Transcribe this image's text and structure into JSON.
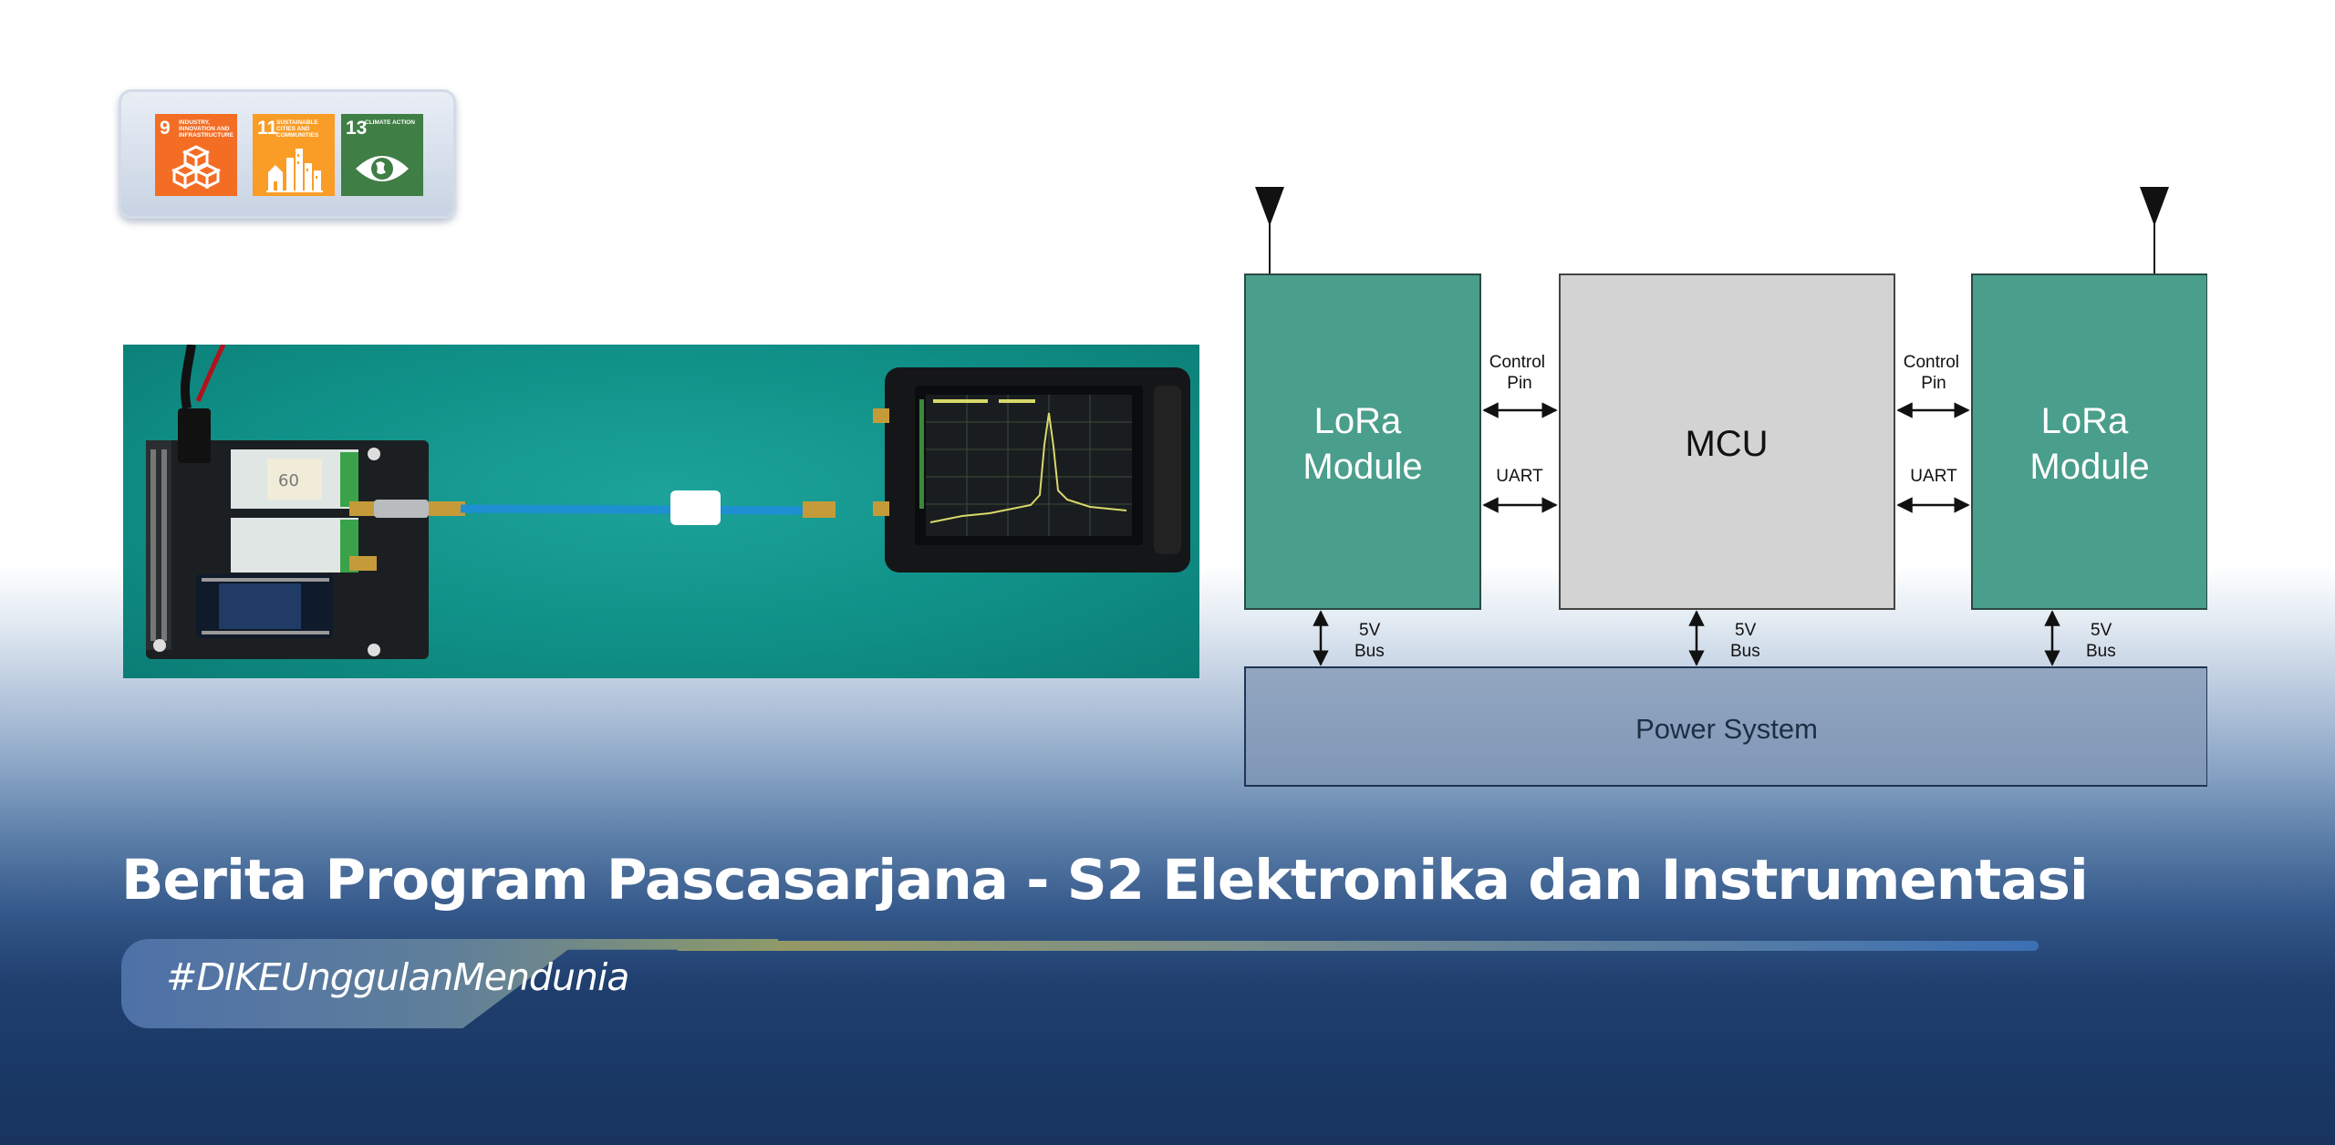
{
  "sdg": [
    {
      "num": "9",
      "title": "Industry, innovation and infrastructure",
      "color": "#f36d25",
      "icon": "cubes-icon"
    },
    {
      "num": "11",
      "title": "Sustainable cities and communities",
      "color": "#f99d26",
      "icon": "city-icon"
    },
    {
      "num": "13",
      "title": "Climate action",
      "color": "#3f7e44",
      "icon": "eye-globe-icon"
    }
  ],
  "diagram": {
    "left_module": "LoRa\nModule",
    "mcu": "MCU",
    "right_module": "LoRa\nModule",
    "control_pin": "Control\nPin",
    "uart": "UART",
    "bus": "5V\nBus",
    "power": "Power System",
    "colors": {
      "module": "#4a9e8c",
      "mcu": "#d3d3d3",
      "power": "#7e94b3"
    }
  },
  "headline": "Berita Program Pascasarjana - S2 Elektronika dan Instrumentasi",
  "hashtag": "#DIKEUnggulanMendunia"
}
